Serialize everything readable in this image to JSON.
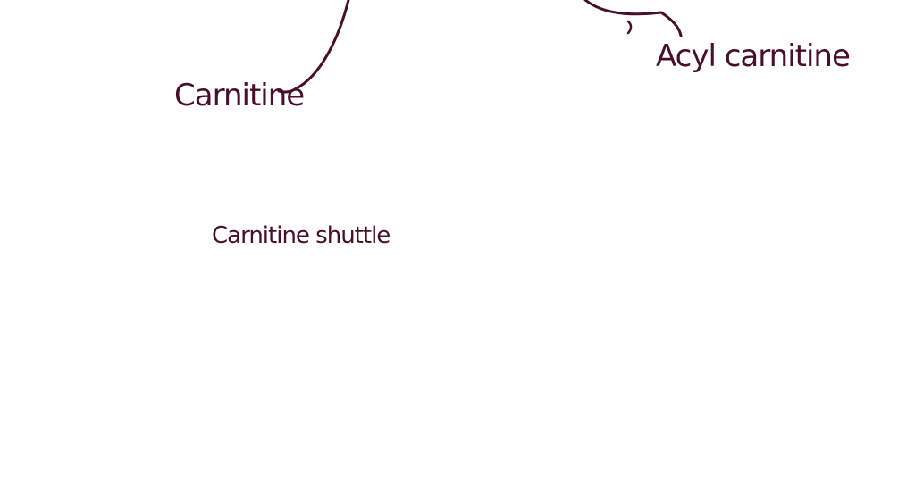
{
  "canvas": {
    "background": "#ffffff",
    "ink_color": "#4a0f28"
  },
  "annotations": {
    "carnitine_left": "Carnitine",
    "acyl_carnitine": "Acyl carnitine",
    "carnitine_shuttle": "Carnitine shuttle"
  }
}
